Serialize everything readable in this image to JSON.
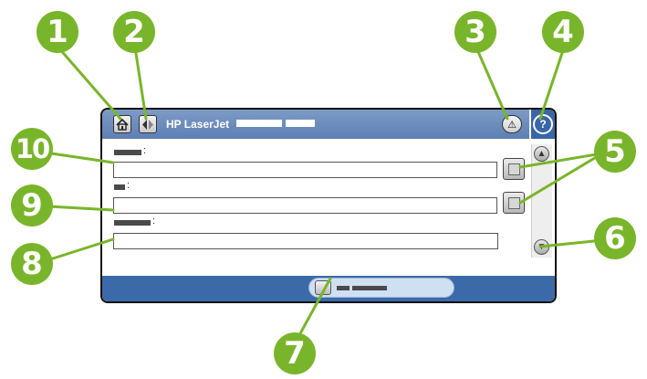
{
  "panel": {
    "title": "HP LaserJet",
    "help_glyph": "?",
    "warning_glyph": "⚠",
    "home_icon": "home-icon",
    "back_icon": "back-icon",
    "fields": [
      {
        "name": "field-1"
      },
      {
        "name": "field-2"
      },
      {
        "name": "field-3"
      }
    ],
    "scroll_up_glyph": "▲",
    "scroll_down_glyph": "▼"
  },
  "callouts": [
    "1",
    "2",
    "3",
    "4",
    "5",
    "6",
    "7",
    "8",
    "9",
    "10"
  ],
  "colors": {
    "callout": "#79b52a",
    "titlebar": "#6b8cbe",
    "bottombar": "#3c6aa8",
    "help_button": "#3a66a8"
  }
}
